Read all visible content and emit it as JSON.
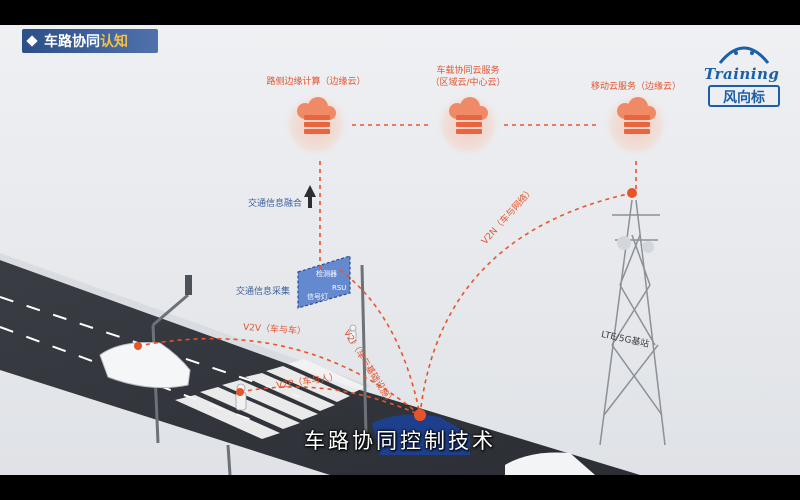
{
  "header": {
    "title_prefix": "车路协同",
    "title_highlight": "认知"
  },
  "logo": {
    "brand_en": "Training",
    "brand_cn": "风向标"
  },
  "clouds": [
    {
      "label_line1": "路侧边缘计算（边缘云）",
      "label_line2": ""
    },
    {
      "label_line1": "车载协同云服务",
      "label_line2": "（区域云/中心云）"
    },
    {
      "label_line1": "移动云服务（边缘云）",
      "label_line2": ""
    }
  ],
  "labels": {
    "traffic_fusion": "交通信息融合",
    "traffic_collect": "交通信息采集",
    "detector": "检测器",
    "signal": "信号灯",
    "rsu": "RSU",
    "v2v": "V2V（车与车）",
    "v2i": "V2I（车与基础设施）",
    "v2p": "V2P（车与人）",
    "v2n": "V2N（车与网络）",
    "base_station": "LTE/5G基站"
  },
  "subtitle": "车路协同控制技术",
  "colors": {
    "accent": "#e8542a",
    "title_bg": "#2d4f88",
    "highlight": "#f4c04a",
    "brand": "#1a5fa8"
  }
}
